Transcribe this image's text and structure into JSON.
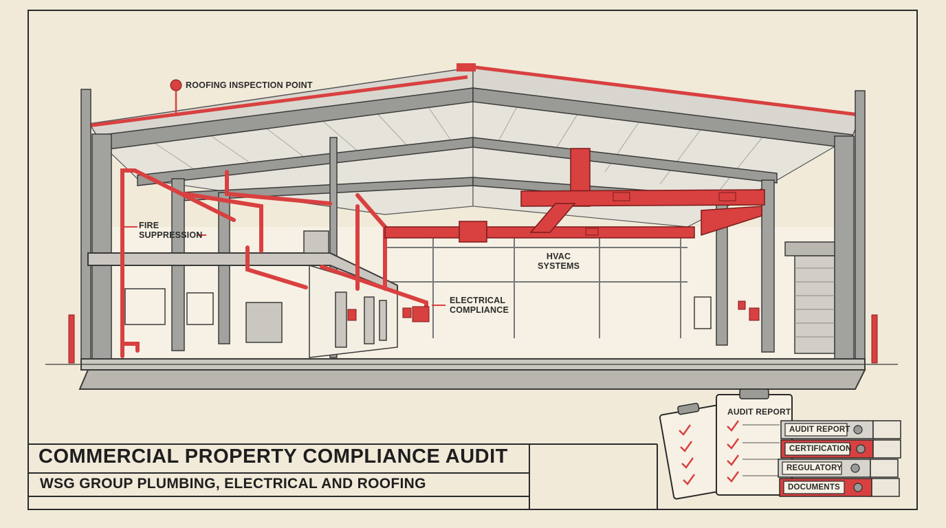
{
  "callouts": {
    "roofing": "ROOFING INSPECTION POINT",
    "fire_line1": "FIRE",
    "fire_line2": "SUPPRESSION",
    "hvac_line1": "HVAC",
    "hvac_line2": "SYSTEMS",
    "electrical_line1": "ELECTRICAL",
    "electrical_line2": "COMPLIANCE"
  },
  "title_block": {
    "title": "COMMERCIAL PROPERTY COMPLIANCE AUDIT",
    "subtitle": "WSG GROUP PLUMBING, ELECTRICAL AND ROOFING"
  },
  "documents": {
    "clipboard_title": "AUDIT REPORT",
    "binders": [
      "AUDIT REPORT",
      "CERTIFICATION",
      "REGULATORY",
      "DOCUMENTS"
    ]
  },
  "colors": {
    "paper": "#f1ead9",
    "ink": "#2a2a2a",
    "accent_red": "#d94040",
    "steel": "#9a9a96"
  }
}
